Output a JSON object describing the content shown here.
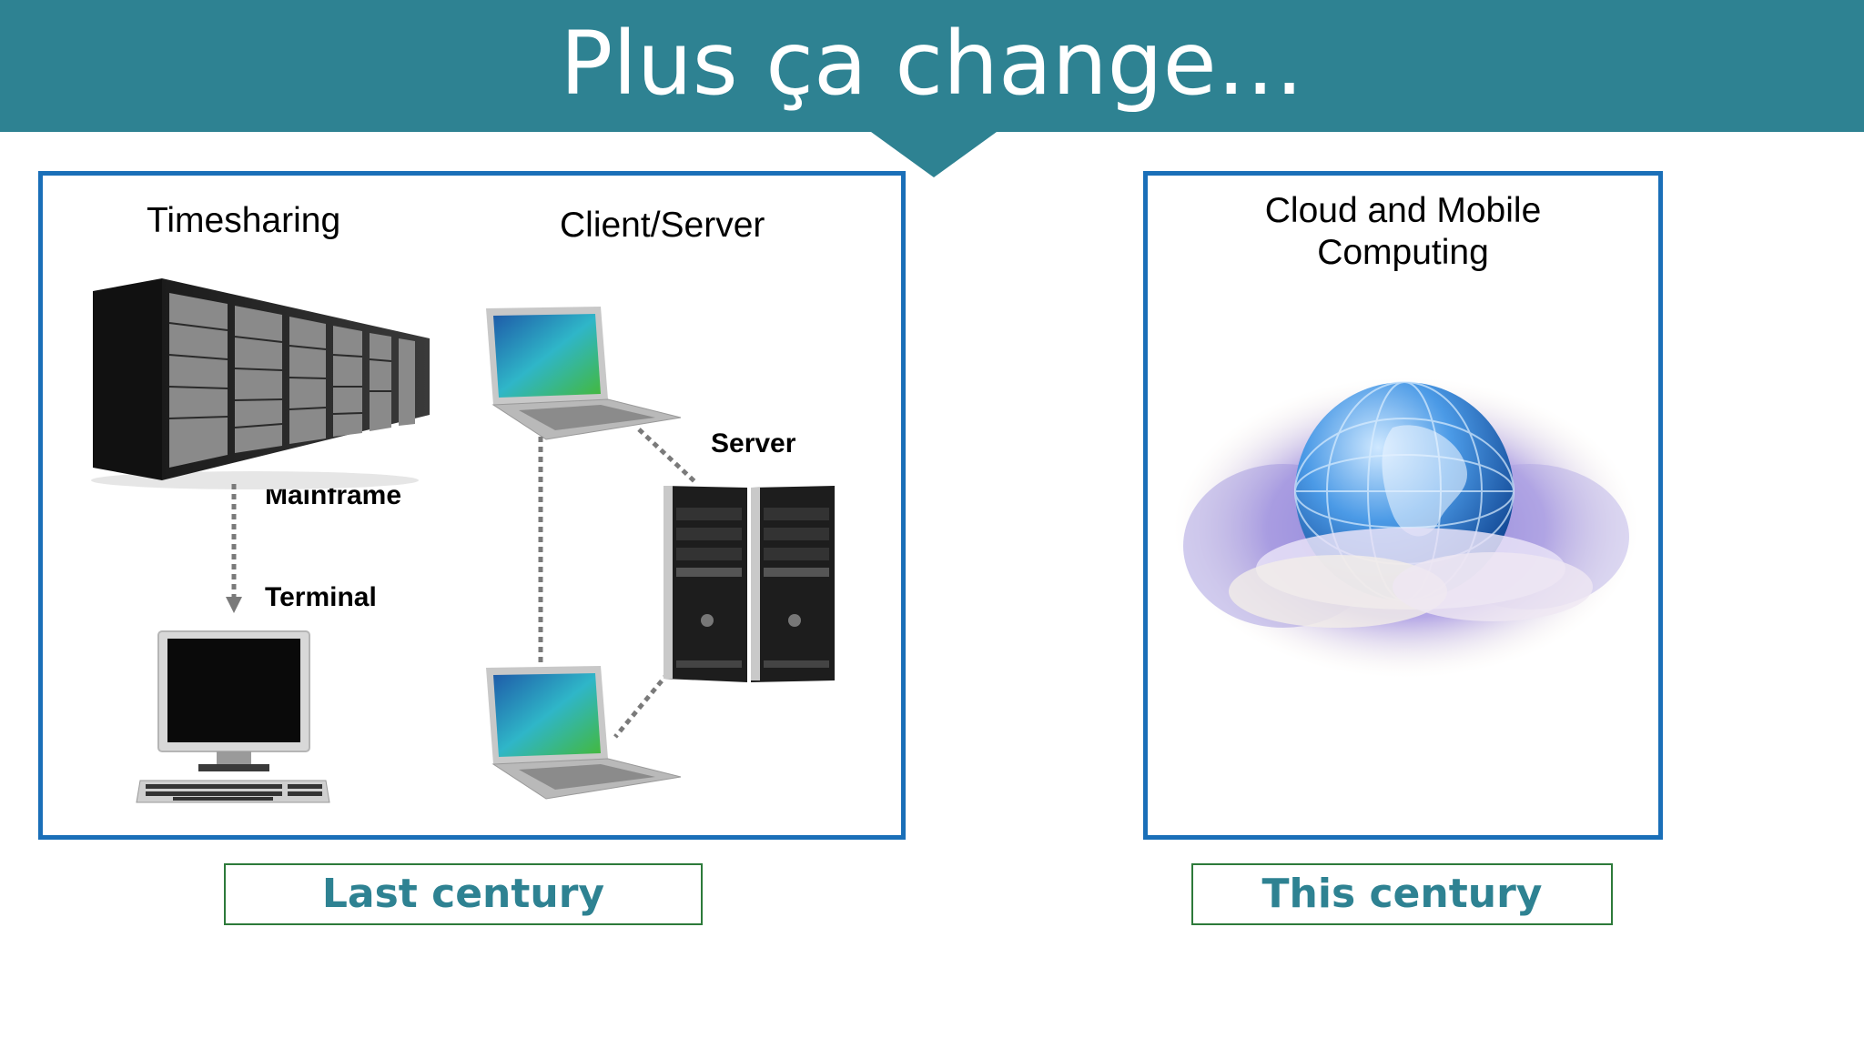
{
  "slide": {
    "title": "Plus ça change…"
  },
  "left_panel": {
    "timesharing_label": "Timesharing",
    "client_server_label": "Client/Server",
    "mainframe_label": "Mainframe",
    "terminal_label": "Terminal",
    "server_label": "Server"
  },
  "right_panel": {
    "heading_line1": "Cloud and Mobile",
    "heading_line2": "Computing"
  },
  "captions": {
    "left": "Last century",
    "right": "This century"
  },
  "colors": {
    "header": "#2e8292",
    "panel_border": "#1a6fb8",
    "caption_border": "#2d7a3a",
    "caption_text": "#2e8292"
  }
}
